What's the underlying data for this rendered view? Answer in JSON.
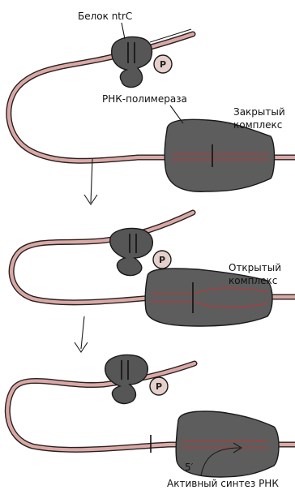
{
  "labels": {
    "ntrc_protein": "Белок ntrC",
    "rna_polymerase": "РНК-полимераза",
    "closed_complex_line1": "Закрытый",
    "closed_complex_line2": "комплекс",
    "open_complex_line1": "Открытый",
    "open_complex_line2": "комплекс",
    "five_prime": "5′",
    "active_synthesis": "Активный синтез РНК",
    "phosphate": "P"
  },
  "colors": {
    "dna_outline": "#2a1f1f",
    "dna_fill": "#d9a9a6",
    "protein": "#565656",
    "phosphate_fill": "#e6d0cc",
    "rna_line": "#b23a3a"
  }
}
